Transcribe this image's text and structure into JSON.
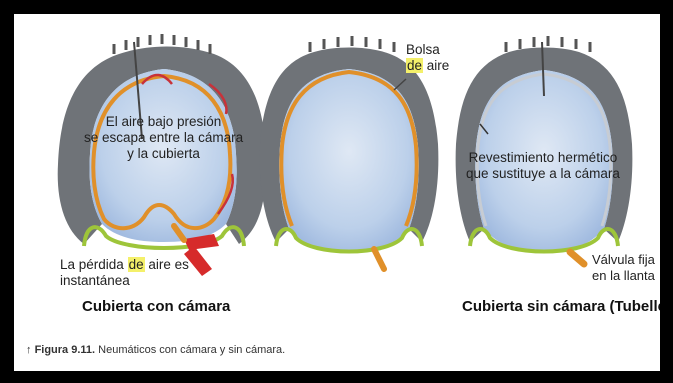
{
  "tire_with_tube": {
    "leak_text_lines": [
      "El aire bajo presión",
      "se escapa entre la cámara",
      "y la cubierta"
    ],
    "loss_text_pre": "La pérdida ",
    "loss_text_highlight": "de",
    "loss_text_post": " aire es",
    "loss_text_line2": "instantánea",
    "caption": "Cubierta con cámara"
  },
  "middle_tire": {
    "bag_line1": "Bolsa",
    "bag_highlight": "de",
    "bag_post": " aire"
  },
  "tubeless_tire": {
    "lining_lines": [
      "Revestimiento hermético",
      "que sustituye a la cámara"
    ],
    "valve_lines": [
      "Válvula fija",
      "en la llanta"
    ],
    "caption": "Cubierta sin cámara (Tubelles)"
  },
  "figure": {
    "number": "Figura 9.11.",
    "text": " Neumáticos con cámara y sin cámara.",
    "arrow": "↑"
  },
  "colors": {
    "tire_gray": "#6f7378",
    "air_blue": "#b9cde8",
    "tube_orange": "#e0902a",
    "rim_green": "#9ec53a",
    "arrow_red": "#d62b2b",
    "highlight_yellow": "#f4f06a"
  }
}
